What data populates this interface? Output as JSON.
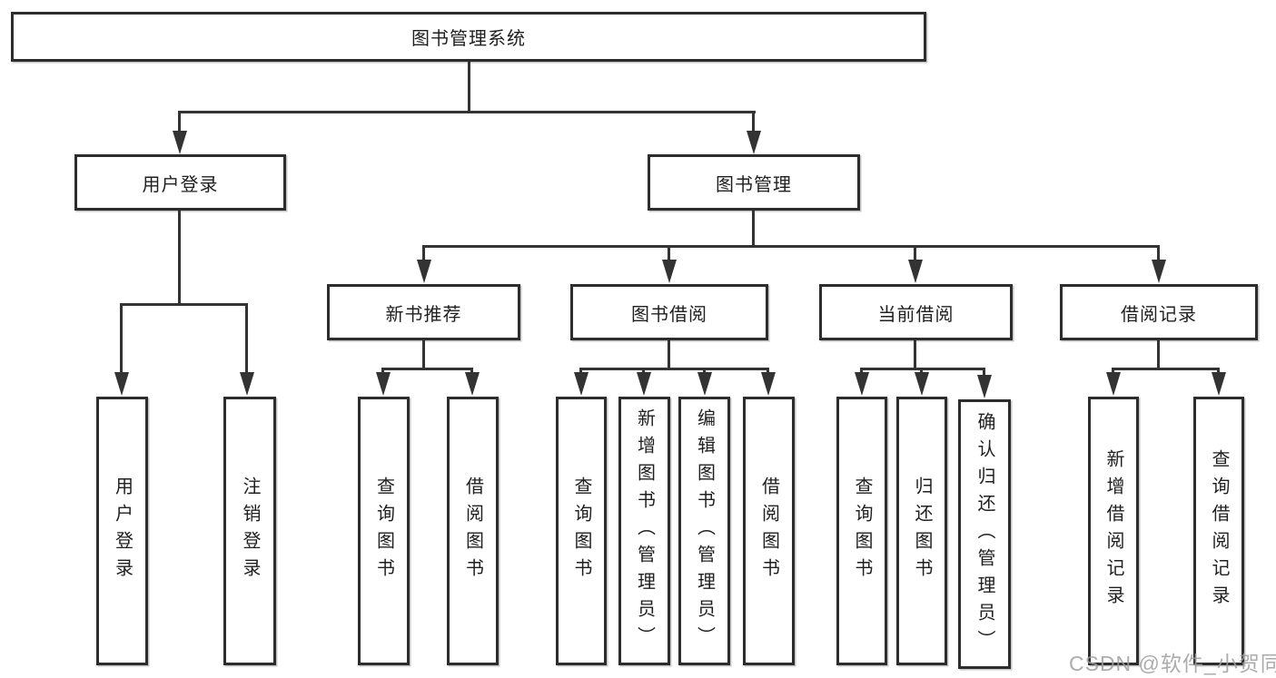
{
  "colors": {
    "line": "#333333",
    "box_border": "#2d2d2d",
    "text": "#1f1f1f",
    "background": "#ffffff",
    "watermark": "#9e9e9e"
  },
  "watermark": {
    "text": "CSDN @软件_小贺同学"
  },
  "tree": {
    "root": {
      "label": "图书管理系统"
    },
    "branches": [
      {
        "label": "用户登录",
        "children": [
          {
            "label": "用户登录"
          },
          {
            "label": "注销登录"
          }
        ]
      },
      {
        "label": "图书管理",
        "children": [
          {
            "label": "新书推荐",
            "children": [
              {
                "label": "查询图书"
              },
              {
                "label": "借阅图书"
              }
            ]
          },
          {
            "label": "图书借阅",
            "children": [
              {
                "label": "查询图书"
              },
              {
                "label": "新增图书（管理员）"
              },
              {
                "label": "编辑图书（管理员）"
              },
              {
                "label": "借阅图书"
              }
            ]
          },
          {
            "label": "当前借阅",
            "children": [
              {
                "label": "查询图书"
              },
              {
                "label": "归还图书"
              },
              {
                "label": "确认归还（管理员）"
              }
            ]
          },
          {
            "label": "借阅记录",
            "children": [
              {
                "label": "新增借阅记录"
              },
              {
                "label": "查询借阅记录"
              }
            ]
          }
        ]
      }
    ]
  }
}
